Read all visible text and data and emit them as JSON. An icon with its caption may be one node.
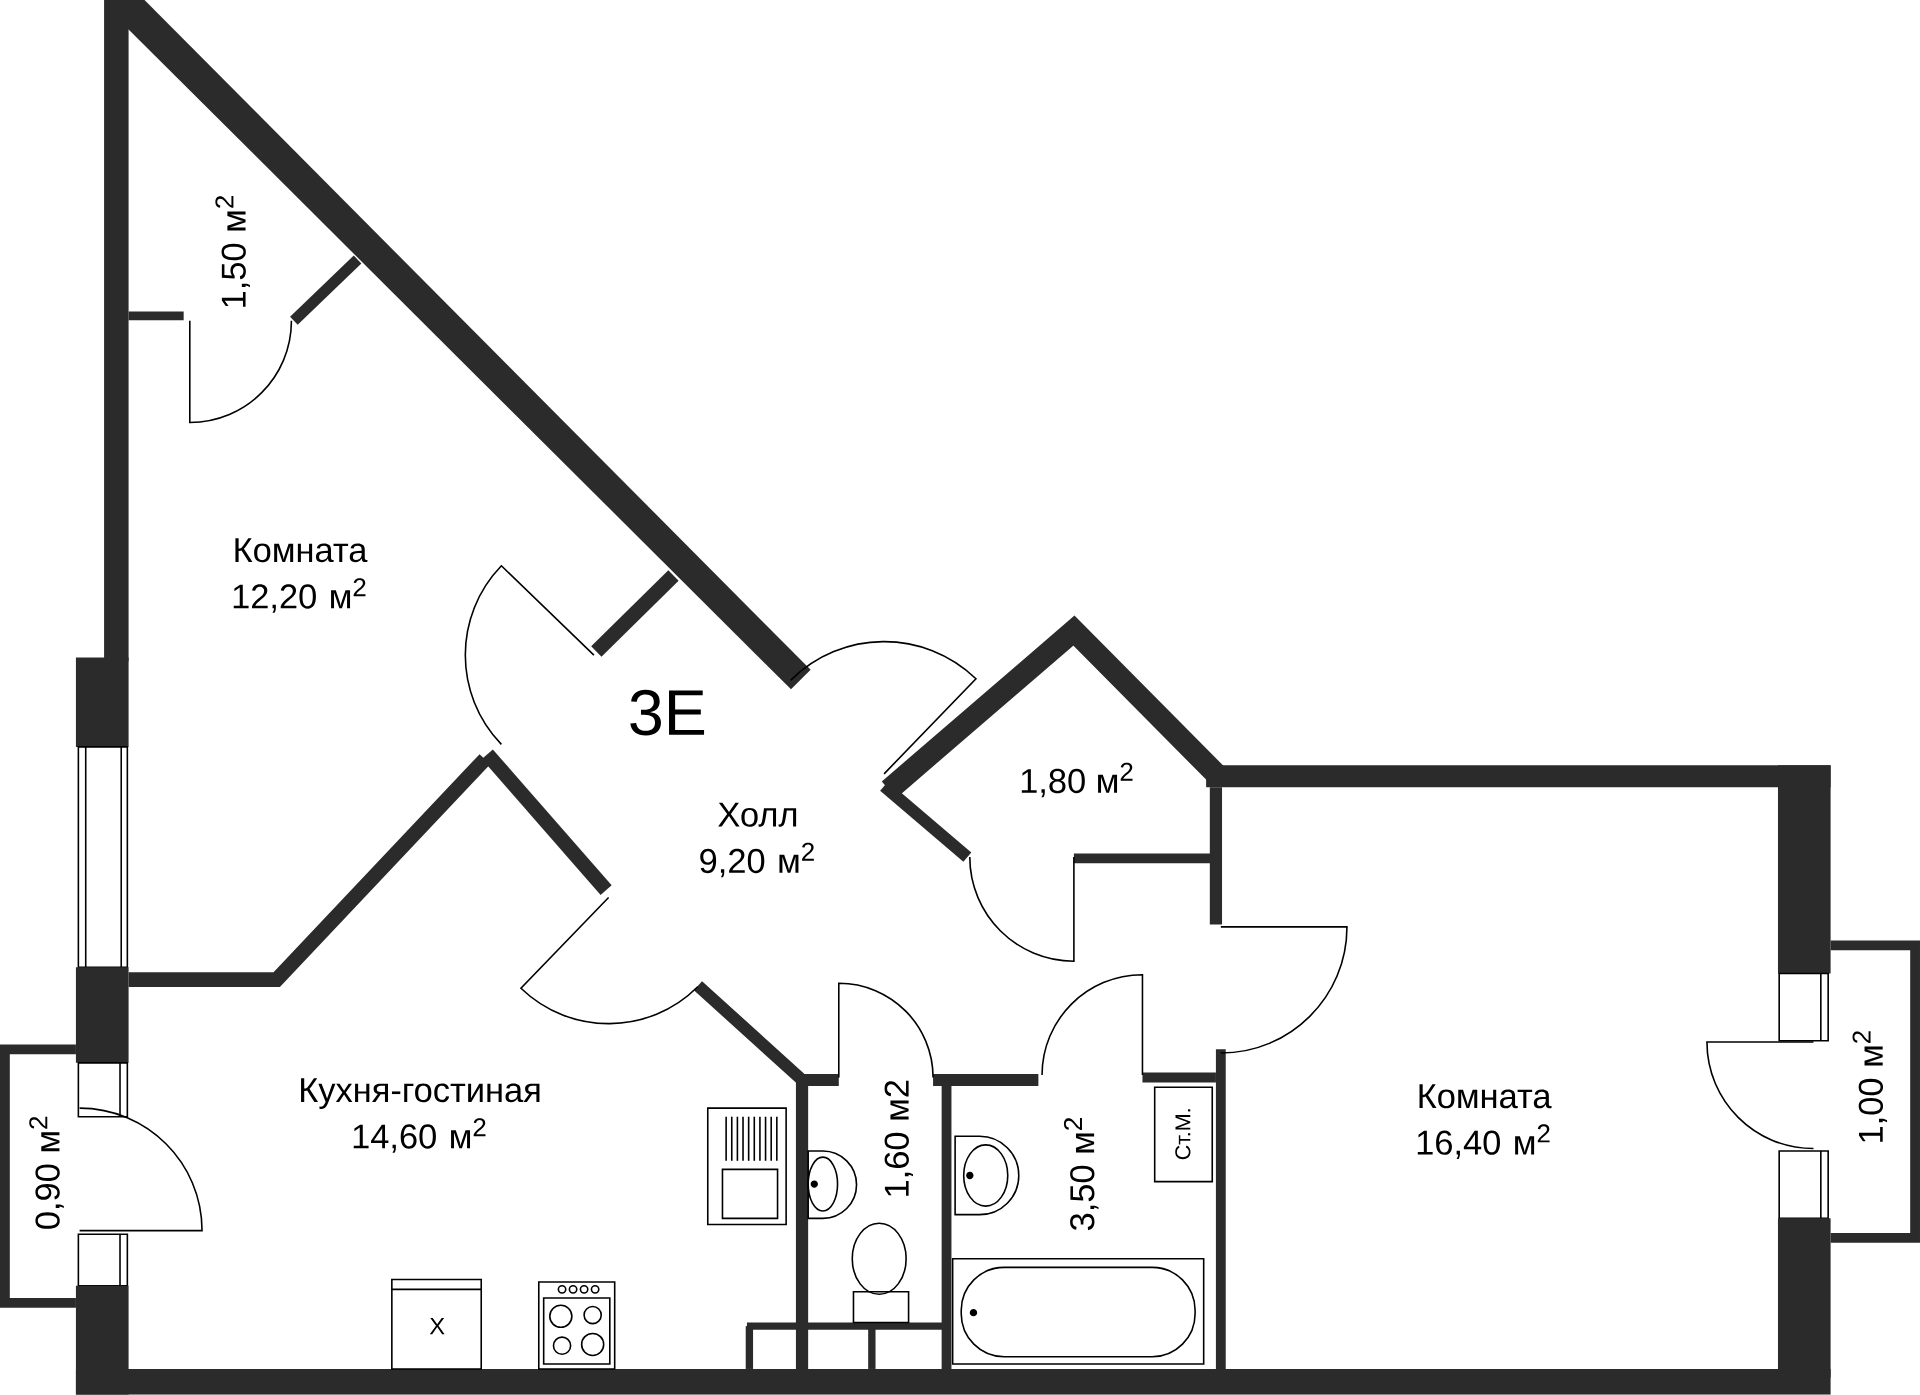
{
  "diagram": {
    "labels": [
      "1,50 м$^{2}$",
      "Комната 12,20 м$^{2}$",
      "3E",
      "Холл 9,20 м$^{2}$",
      "1,80 м$^{2}$",
      "Кухня-гостиная 14,60 м$^{2}$",
      "1,60 м2",
      "3,50 м$^{2}$",
      "Ст.М.",
      "Комната 16,40 м$^{2}$",
      "0,90 м$^{2}$",
      "1,00 м$^{2}$",
      "Х"
    ]
  }
}
